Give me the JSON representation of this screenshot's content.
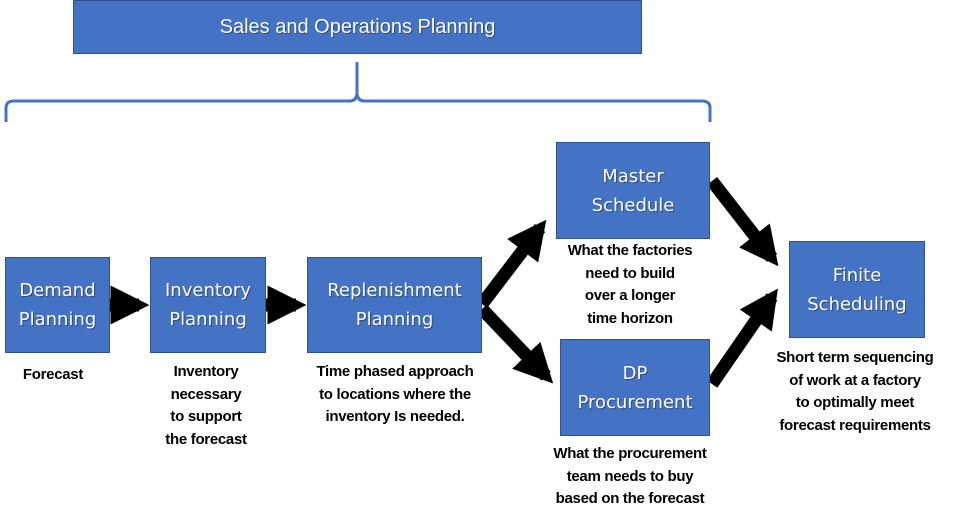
{
  "title_box": {
    "label": "Sales and Operations Planning"
  },
  "colors": {
    "box_fill": "#4472c4",
    "box_border": "#2f528f",
    "bracket": "#4472c4",
    "arrow": "#000000",
    "text": "#ffffff"
  },
  "nodes": [
    {
      "id": "demand-planning",
      "label": "Demand\nPlanning",
      "caption": "Forecast"
    },
    {
      "id": "inventory-planning",
      "label": "Inventory\nPlanning",
      "caption": "Inventory\nnecessary\nto support\nthe forecast"
    },
    {
      "id": "replenishment-planning",
      "label": "Replenishment\nPlanning",
      "caption": "Time phased approach\nto locations where the\ninventory Is needed."
    },
    {
      "id": "master-schedule",
      "label": "Master\nSchedule",
      "caption": "What the factories\nneed to build\nover a longer\ntime horizon"
    },
    {
      "id": "dp-procurement",
      "label": "DP\nProcurement",
      "caption": "What the procurement\nteam needs to buy\nbased on the forecast"
    },
    {
      "id": "finite-scheduling",
      "label": "Finite\nScheduling",
      "caption": "Short term sequencing\nof work at a factory\nto  optimally meet\nforecast requirements"
    }
  ],
  "edges": [
    {
      "from": "demand-planning",
      "to": "inventory-planning"
    },
    {
      "from": "inventory-planning",
      "to": "replenishment-planning"
    },
    {
      "from": "replenishment-planning",
      "to": "master-schedule"
    },
    {
      "from": "replenishment-planning",
      "to": "dp-procurement"
    },
    {
      "from": "master-schedule",
      "to": "finite-scheduling"
    },
    {
      "from": "dp-procurement",
      "to": "finite-scheduling"
    }
  ],
  "bracket": {
    "groups": "Sales and Operations Planning",
    "spans": [
      "demand-planning",
      "inventory-planning",
      "replenishment-planning",
      "master-schedule",
      "dp-procurement"
    ]
  }
}
